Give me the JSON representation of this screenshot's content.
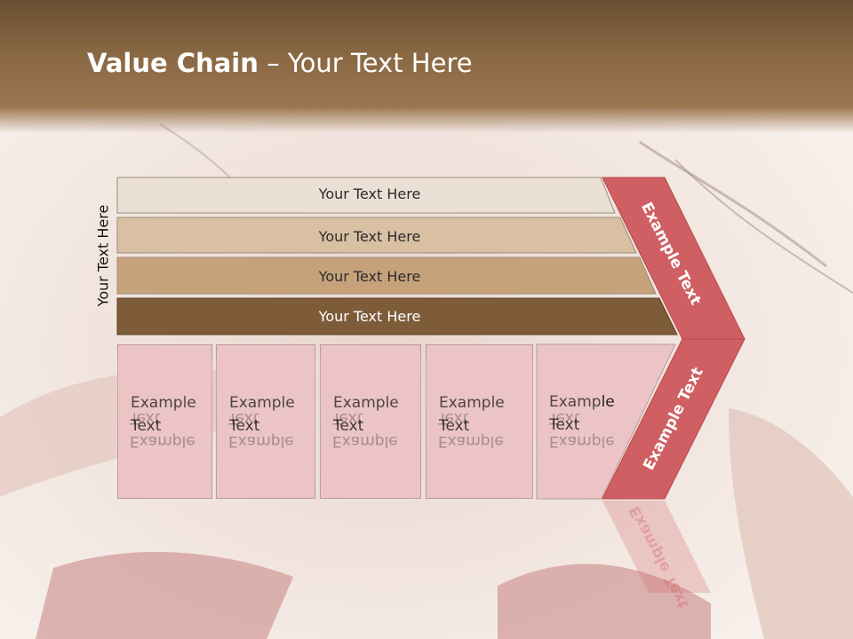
{
  "title": {
    "bold": "Value Chain",
    "rest": " – Your Text Here"
  },
  "side_label": "Your Text Here",
  "bars": [
    {
      "label": "Your Text Here"
    },
    {
      "label": "Your Text Here"
    },
    {
      "label": "Your Text Here"
    },
    {
      "label": "Your Text Here"
    }
  ],
  "cells": [
    {
      "label": "Example\nText"
    },
    {
      "label": "Example\nText"
    },
    {
      "label": "Example\nText"
    },
    {
      "label": "Example\nText"
    },
    {
      "label": "Example\nText"
    }
  ],
  "chevron": {
    "upper": "Example Text",
    "lower": "Example Text"
  },
  "colors": {
    "bar1": "#eae0d5",
    "bar2": "#d9c0a3",
    "bar3": "#c6a27b",
    "bar4": "#7e5c3a",
    "cell": "#ecc4c6",
    "chevron": "#cf5f63"
  }
}
